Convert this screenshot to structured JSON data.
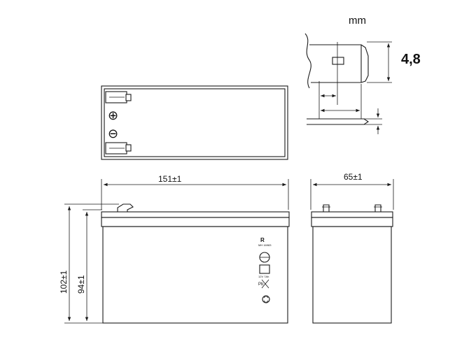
{
  "units_label": "mm",
  "terminal_detail": {
    "height_label": "4,8"
  },
  "top_view": {
    "plus_symbol": "⊕",
    "minus_symbol": "⊖"
  },
  "front_view": {
    "length_label": "151±1",
    "total_height_label": "102±1",
    "case_height_label": "94±1",
    "label_marks": {
      "cert_code": "MH 16983",
      "cell_code": "12V 7Ah",
      "pb_mark": "Pb"
    }
  },
  "side_view": {
    "width_label": "65±1"
  }
}
